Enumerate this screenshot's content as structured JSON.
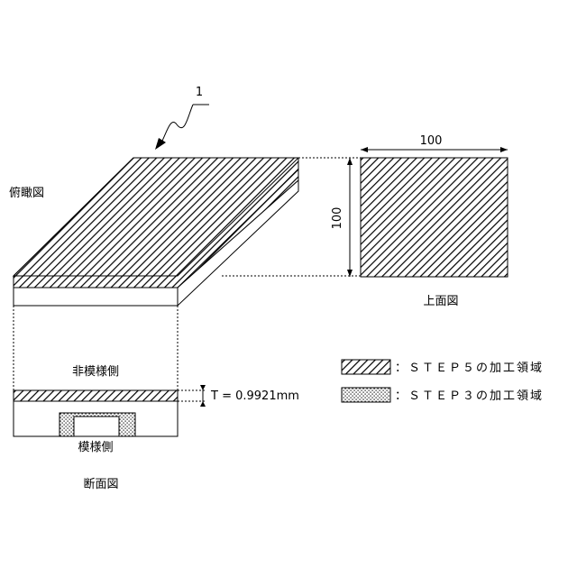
{
  "diagram": {
    "ref_number": "1",
    "view_birdseye": "俯瞰図",
    "view_top": "上面図",
    "view_section": "断面図",
    "dim_width": "100",
    "dim_height": "100",
    "side_non_pattern": "非模様側",
    "side_pattern": "模様側",
    "thickness_label": "T = 0.9921mm"
  },
  "legend": {
    "items": [
      {
        "pattern": "diagonal-hatch",
        "text": "：ＳＴＥＰ５の加工領域"
      },
      {
        "pattern": "dot-stipple",
        "text": "：ＳＴＥＰ３の加工領域"
      }
    ]
  }
}
